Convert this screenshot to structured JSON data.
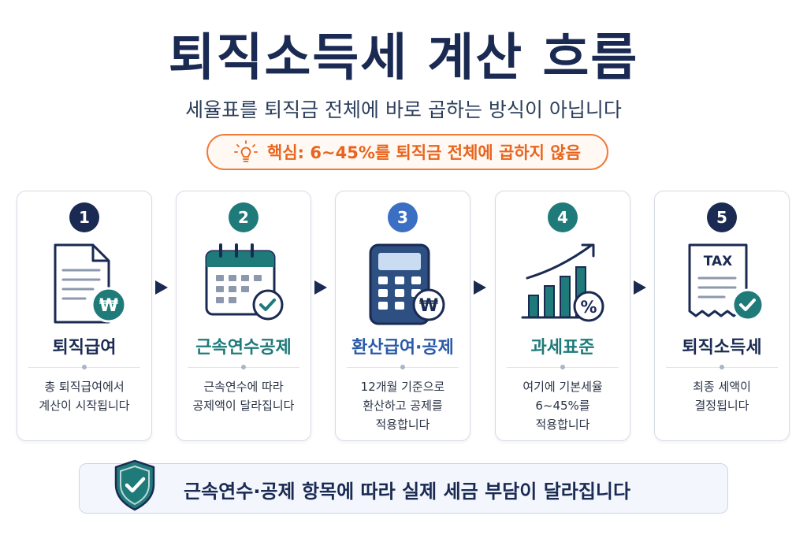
{
  "header": {
    "title": "퇴직소득세 계산 흐름",
    "subtitle": "세율표를 퇴직금 전체에 바로 곱하는 방식이 아닙니다",
    "key_point": "핵심: 6~45%를 퇴직금 전체에 곱하지 않음"
  },
  "colors": {
    "navy": "#1a2a52",
    "teal": "#1f7a7a",
    "blue": "#3a6fc4",
    "orange": "#e8651d"
  },
  "steps": [
    {
      "number": "1",
      "title": "퇴직급여",
      "desc": "총 퇴직급여에서\n계산이 시작됩니다",
      "icon": "document-won-icon"
    },
    {
      "number": "2",
      "title": "근속연수공제",
      "desc": "근속연수에 따라\n공제액이 달라집니다",
      "icon": "calendar-check-icon"
    },
    {
      "number": "3",
      "title": "환산급여·공제",
      "desc": "12개월 기준으로\n환산하고 공제를\n적용합니다",
      "icon": "calculator-won-icon"
    },
    {
      "number": "4",
      "title": "과세표준",
      "desc": "여기에 기본세율\n6~45%를\n적용합니다",
      "icon": "chart-percent-icon"
    },
    {
      "number": "5",
      "title": "퇴직소득세",
      "desc": "최종 세액이\n결정됩니다",
      "icon": "tax-receipt-check-icon"
    }
  ],
  "footer": {
    "text": "근속연수·공제 항목에 따라 실제 세금 부담이 달라집니다",
    "icon": "shield-check-icon"
  }
}
